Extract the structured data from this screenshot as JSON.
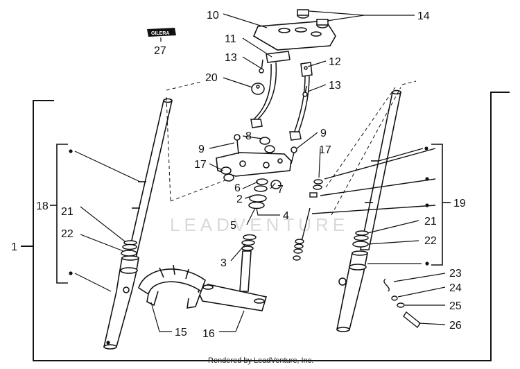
{
  "watermark": "LEADVENTURE",
  "credit": "Rendered by LeadVenture, Inc.",
  "logo_text": "GILERA",
  "labels": {
    "l1": "1",
    "l2": "2",
    "l3": "3",
    "l4": "4",
    "l5": "5",
    "l6": "6",
    "l7": "7",
    "l8": "8",
    "l9a": "9",
    "l9b": "9",
    "l10": "10",
    "l11": "11",
    "l12": "12",
    "l13a": "13",
    "l13b": "13",
    "l14": "14",
    "l15": "15",
    "l16": "16",
    "l17a": "17",
    "l17b": "17",
    "l18": "18",
    "l19": "19",
    "l20": "20",
    "l21a": "21",
    "l21b": "21",
    "l22a": "22",
    "l22b": "22",
    "l23": "23",
    "l24": "24",
    "l25": "25",
    "l26": "26",
    "l27": "27"
  }
}
